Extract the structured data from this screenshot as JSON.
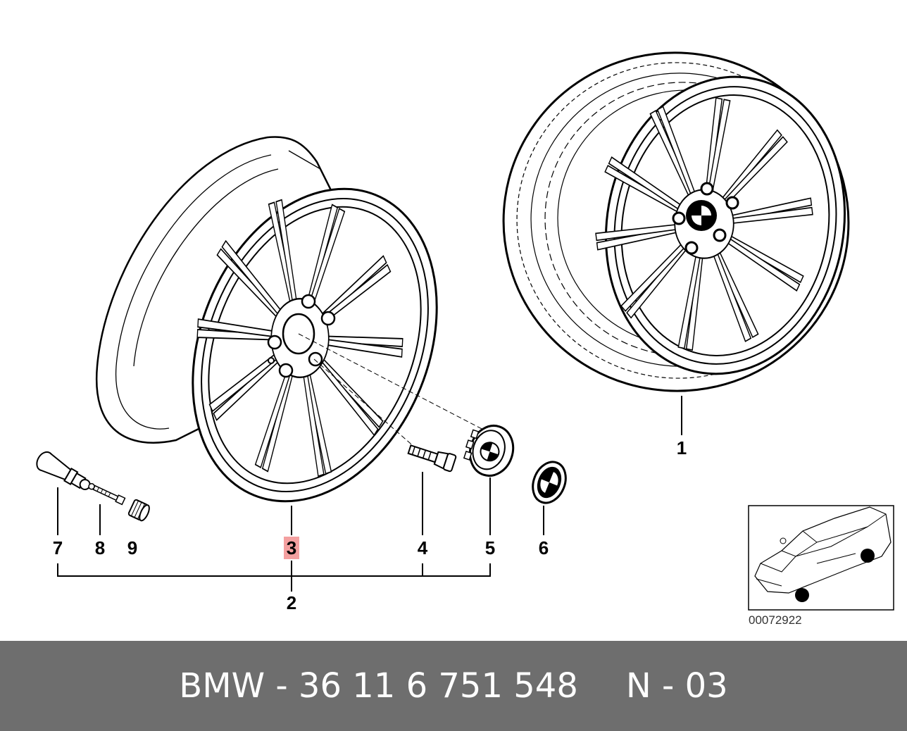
{
  "callouts": {
    "c1": "1",
    "c2": "2",
    "c3": "3",
    "c4": "4",
    "c5": "5",
    "c6": "6",
    "c7": "7",
    "c8": "8",
    "c9": "9"
  },
  "highlight_color": "#f4a0a0",
  "reference_number": "00072922",
  "footer": {
    "part_number": "BMW - 36 11 6 751 548",
    "code": "N - 03"
  }
}
